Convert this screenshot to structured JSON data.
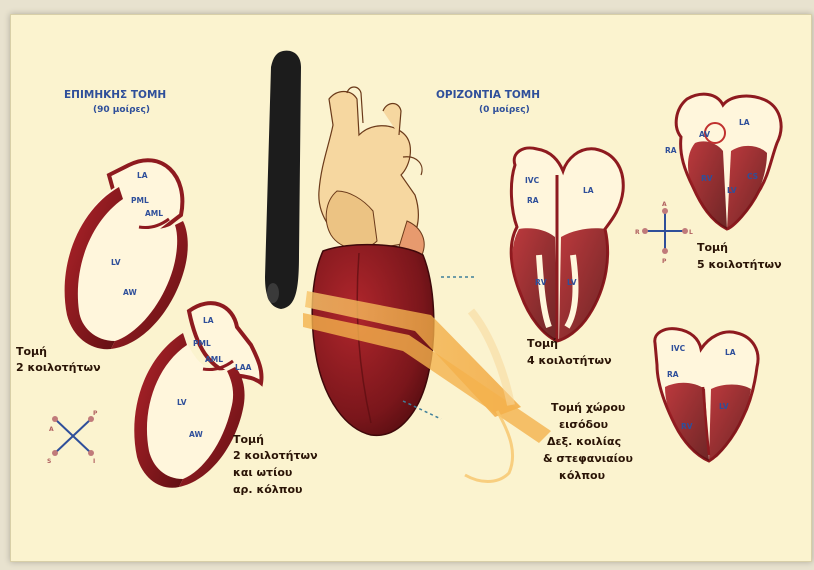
{
  "longitudinal": {
    "title": "ΕΠΙΜΗΚΗΣ ΤΟΜΗ",
    "subtitle": "(90 μοίρες)"
  },
  "horizontal": {
    "title": "ΟΡΙΖΟΝΤΙΑ ΤΟΜΗ",
    "subtitle": "(0 μοίρες)"
  },
  "labels": {
    "la": "LA",
    "ra": "RA",
    "lv": "LV",
    "rv": "RV",
    "pml": "PML",
    "aml": "AML",
    "aw": "AW",
    "laa": "LAA",
    "ivc": "IVC",
    "av": "AV",
    "cs": "CS"
  },
  "captions": {
    "two_chamber": [
      "Τομή",
      "2 κοιλοτήτων"
    ],
    "two_chamber_appendage": [
      "Τομή",
      "2 κοιλοτήτων",
      "και ωτίου",
      "αρ. κόλπου"
    ],
    "four_chamber": [
      "Τομή",
      "4 κοιλοτήτων"
    ],
    "five_chamber": [
      "Τομή",
      "5 κοιλοτήτων"
    ],
    "inflow": [
      "Τομή χώρου",
      "εισόδου",
      "Δεξ. κοιλίας",
      "& στεφανιαίου",
      "κόλπου"
    ]
  },
  "orientation": {
    "a": "A",
    "p": "P",
    "r": "R",
    "l": "L",
    "s": "S",
    "i": "I"
  },
  "colors": {
    "background": "#fbf3cf",
    "heart": "#8e1a1f",
    "labels": "#2f4f9a",
    "captions": "#2a1406",
    "beam": "#f1a23a",
    "probe": "#1c1c1c"
  }
}
